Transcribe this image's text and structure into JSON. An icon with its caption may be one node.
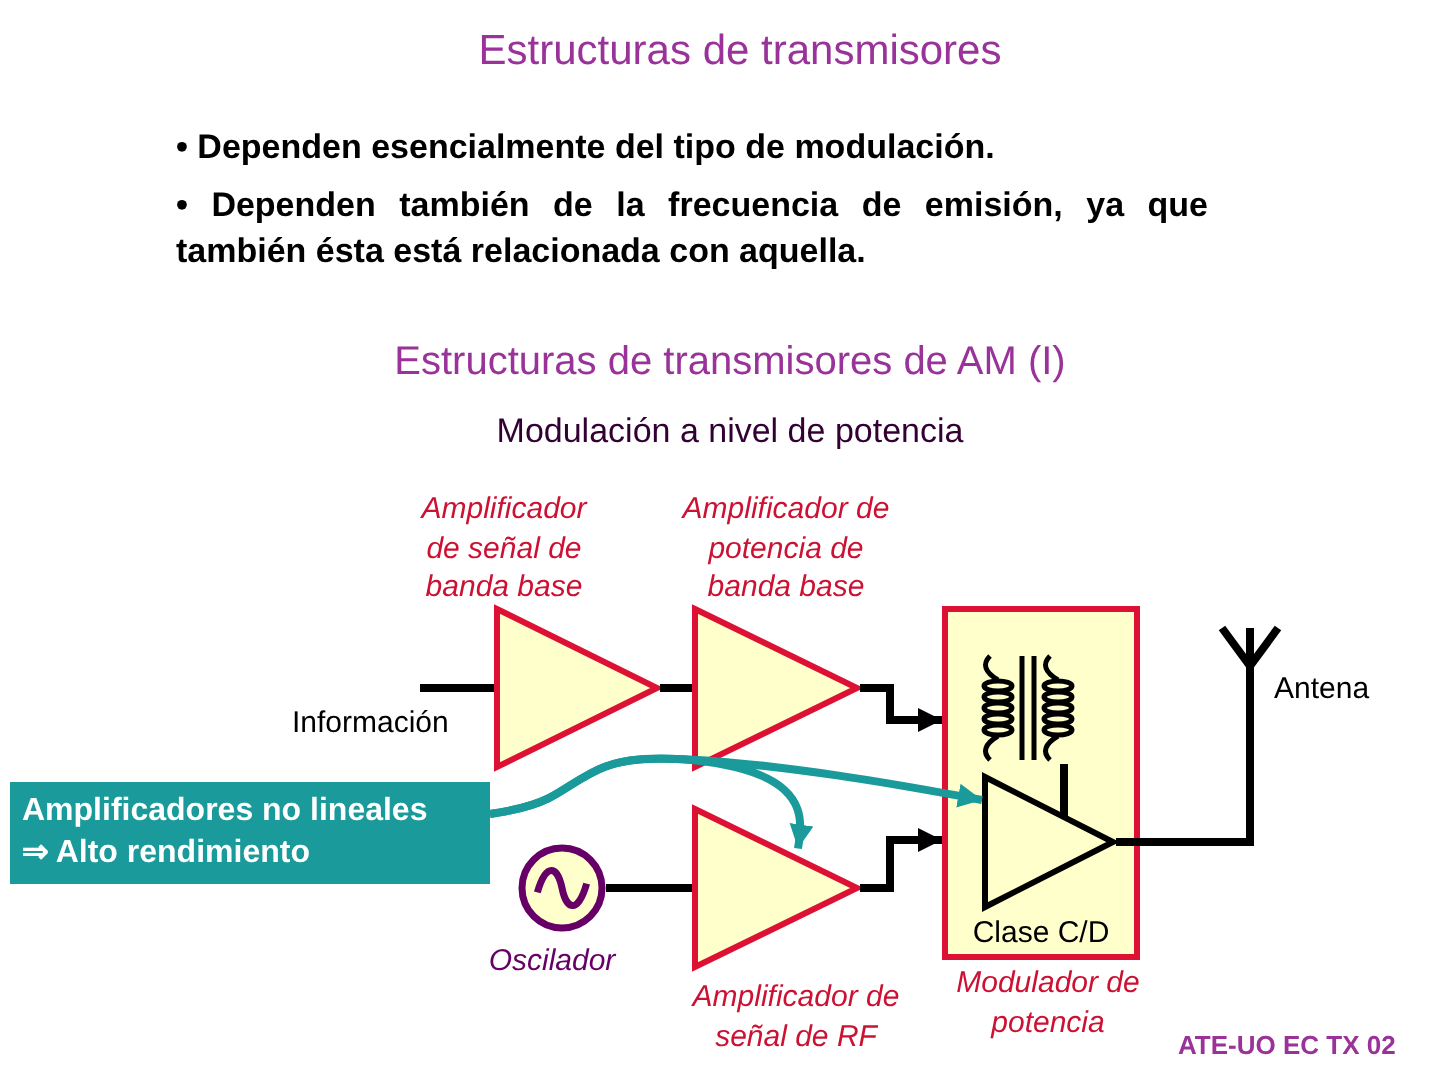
{
  "diagram": {
    "title": "Estructuras de transmisores",
    "nodes": [
      {
        "text": [],
        "shape": "triangle",
        "beside": [
          "Amplificador de señal de banda base"
        ]
      },
      {
        "text": [],
        "shape": "triangle",
        "beside": [
          "Amplificador de potencia de banda base"
        ]
      },
      {
        "text": [],
        "shape": "circle",
        "beside": [
          "Oscilador"
        ]
      },
      {
        "text": [],
        "shape": "triangle",
        "beside": [
          "Amplificador de señal de RF"
        ]
      },
      {
        "text": [
          "Clase C/D"
        ],
        "beside": [
          "Modulador de potencia"
        ]
      },
      {
        "text": [],
        "shape": "transformer",
        "in": 4
      },
      {
        "text": [],
        "shape": "triangle",
        "in": 4
      },
      {
        "text": [],
        "shape": "antenna",
        "beside": [
          "Antena"
        ]
      },
      {
        "text": [
          "Amplificadores no lineales ⇒ Alto rendimiento"
        ]
      }
    ],
    "edges": [
      {
        "from": null,
        "to": 0,
        "arrow": "none"
      },
      {
        "from": 0,
        "to": 1,
        "arrow": "none"
      },
      {
        "from": 1,
        "to": 4,
        "arrow": "to"
      },
      {
        "from": 2,
        "to": 3,
        "arrow": "none"
      },
      {
        "from": 3,
        "to": 4,
        "arrow": "to"
      },
      {
        "from": 5,
        "to": 6,
        "arrow": "none"
      },
      {
        "from": 6,
        "to": 7,
        "arrow": "none"
      },
      {
        "from": 8,
        "to": 3,
        "arrow": "to",
        "color": "#1a9a9a"
      },
      {
        "from": 8,
        "to": 6,
        "arrow": "to",
        "color": "#1a9a9a"
      }
    ],
    "labels": [
      "• Dependen esencialmente del tipo de modulación.",
      "• Dependen también de la frecuencia de emisión, ya que también ésta está relacionada con aquella.",
      "Estructuras de transmisores de AM (I)",
      "Modulación a nivel de potencia",
      "Información",
      "ATE-UO EC TX 02"
    ]
  }
}
